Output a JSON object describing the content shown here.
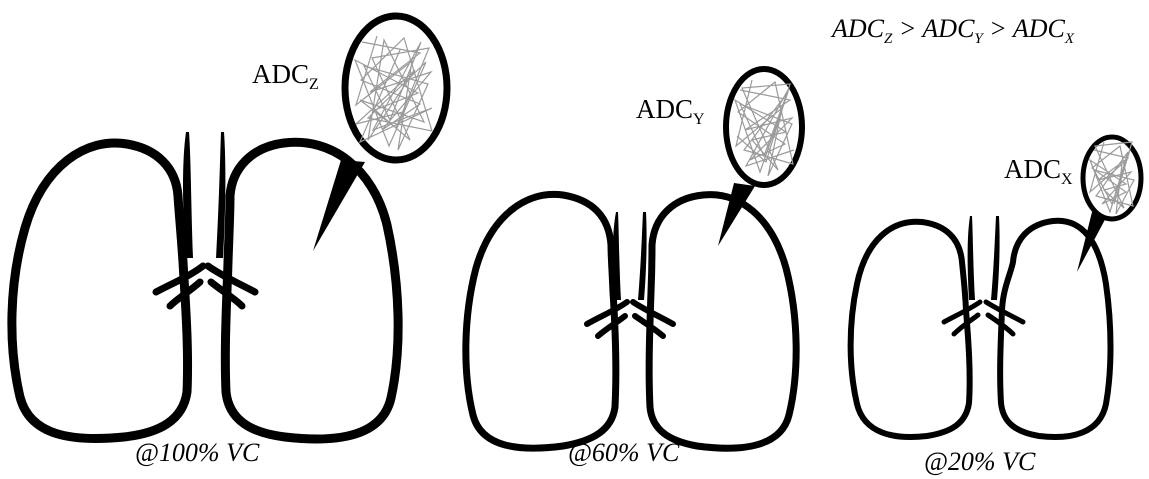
{
  "formula": {
    "parts": [
      "ADC",
      "Z",
      " > ADC",
      "Y",
      " > ADC",
      "X"
    ]
  },
  "lungs": [
    {
      "adc_base": "ADC",
      "adc_sub": "Z",
      "caption": "@100% VC"
    },
    {
      "adc_base": "ADC",
      "adc_sub": "Y",
      "caption": "@60% VC"
    },
    {
      "adc_base": "ADC",
      "adc_sub": "X",
      "caption": "@20% VC"
    }
  ]
}
